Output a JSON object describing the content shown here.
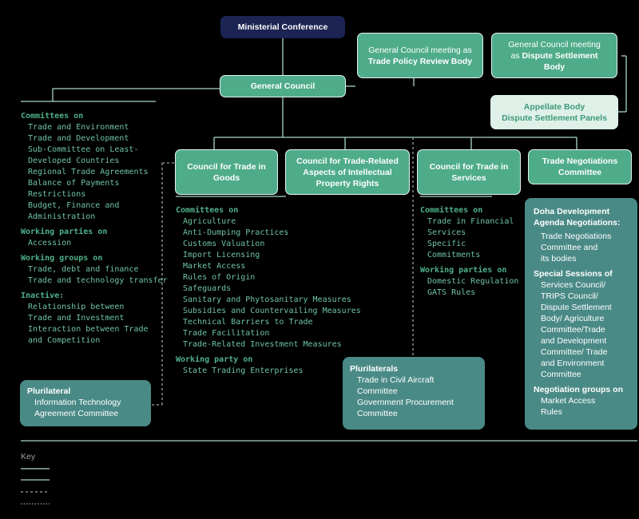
{
  "ministerial": "Ministerial Conference",
  "gc_tprb": {
    "pre": "General Council meeting as ",
    "bold": "Trade Policy Review Body"
  },
  "gc_dsb": {
    "pre": "General Council meeting as ",
    "bold": "Dispute Settlement Body"
  },
  "general_council": "General Council",
  "appellate": {
    "line1": "Appellate Body",
    "line2": "Dispute Settlement Panels"
  },
  "councils": {
    "goods": "Council for Trade in Goods",
    "trips": "Council for Trade-Related Aspects of Intellectual Property Rights",
    "services": "Council for Trade in Services",
    "tnc": "Trade Negotiations Committee"
  },
  "left_column": [
    {
      "head": "Committees on",
      "items": [
        "Trade and Environment",
        "Trade and Development",
        "Sub-Committee on Least-",
        "Developed Countries",
        "Regional Trade Agreements",
        "Balance of Payments",
        "Restrictions",
        "Budget, Finance and",
        "Administration"
      ]
    },
    {
      "head": "Working parties on",
      "items": [
        "Accession"
      ]
    },
    {
      "head": "Working groups on",
      "items": [
        "Trade, debt and finance",
        "Trade and technology transfer"
      ]
    },
    {
      "head": "Inactive:",
      "items": [
        "Relationship between",
        "Trade and Investment",
        "Interaction between Trade",
        "and Competition"
      ]
    }
  ],
  "goods_column": [
    {
      "head": "Committees on",
      "items": [
        "Agriculture",
        "Anti-Dumping Practices",
        "Customs Valuation",
        "Import Licensing",
        "Market Access",
        "Rules of Origin",
        "Safeguards",
        "Sanitary and Phytosanitary Measures",
        "Subsidies and Countervailing Measures",
        "Technical Barriers to Trade",
        "Trade Facilitation",
        "Trade-Related Investment Measures"
      ]
    },
    {
      "head": "Working party on",
      "items": [
        "State Trading Enterprises"
      ]
    }
  ],
  "services_column": [
    {
      "head": "Committees on",
      "items": [
        "Trade in Financial",
        "Services",
        "Specific",
        "Commitments"
      ]
    },
    {
      "head": "Working parties on",
      "items": [
        "Domestic Regulation",
        "GATS Rules"
      ]
    }
  ],
  "plurilateral_left": {
    "head": "Plurilateral",
    "items": [
      "Information Technology",
      "Agreement Committee"
    ]
  },
  "plurilaterals_mid": {
    "head": "Plurilaterals",
    "items": [
      "Trade in Civil Aircraft",
      "Committee",
      "Government Procurement",
      "Committee"
    ]
  },
  "doha_panel": [
    {
      "head": "Doha Development",
      "items": []
    },
    {
      "head": "Agenda Negotiations:",
      "items": [
        "Trade Negotiations",
        "Committee and",
        "its bodies"
      ]
    },
    {
      "head": "Special Sessions of",
      "items": [
        "Services Council/",
        "TRIPS Council/",
        "Dispute Settlement",
        "Body/ Agriculture",
        "Committee/Trade",
        "and Development",
        "Committee/ Trade",
        "and Environment",
        "Committee"
      ]
    },
    {
      "head": "Negotiation groups on",
      "items": [
        "Market Access",
        "Rules"
      ]
    }
  ],
  "key": {
    "title": "Key"
  },
  "colors": {
    "background": "#000000",
    "navy": "#1b2452",
    "teal": "#4fac8a",
    "pale": "#dff0e9",
    "panel": "#4a8a86",
    "text_green": "#6fc4a0",
    "line": "#a9d6c2"
  }
}
